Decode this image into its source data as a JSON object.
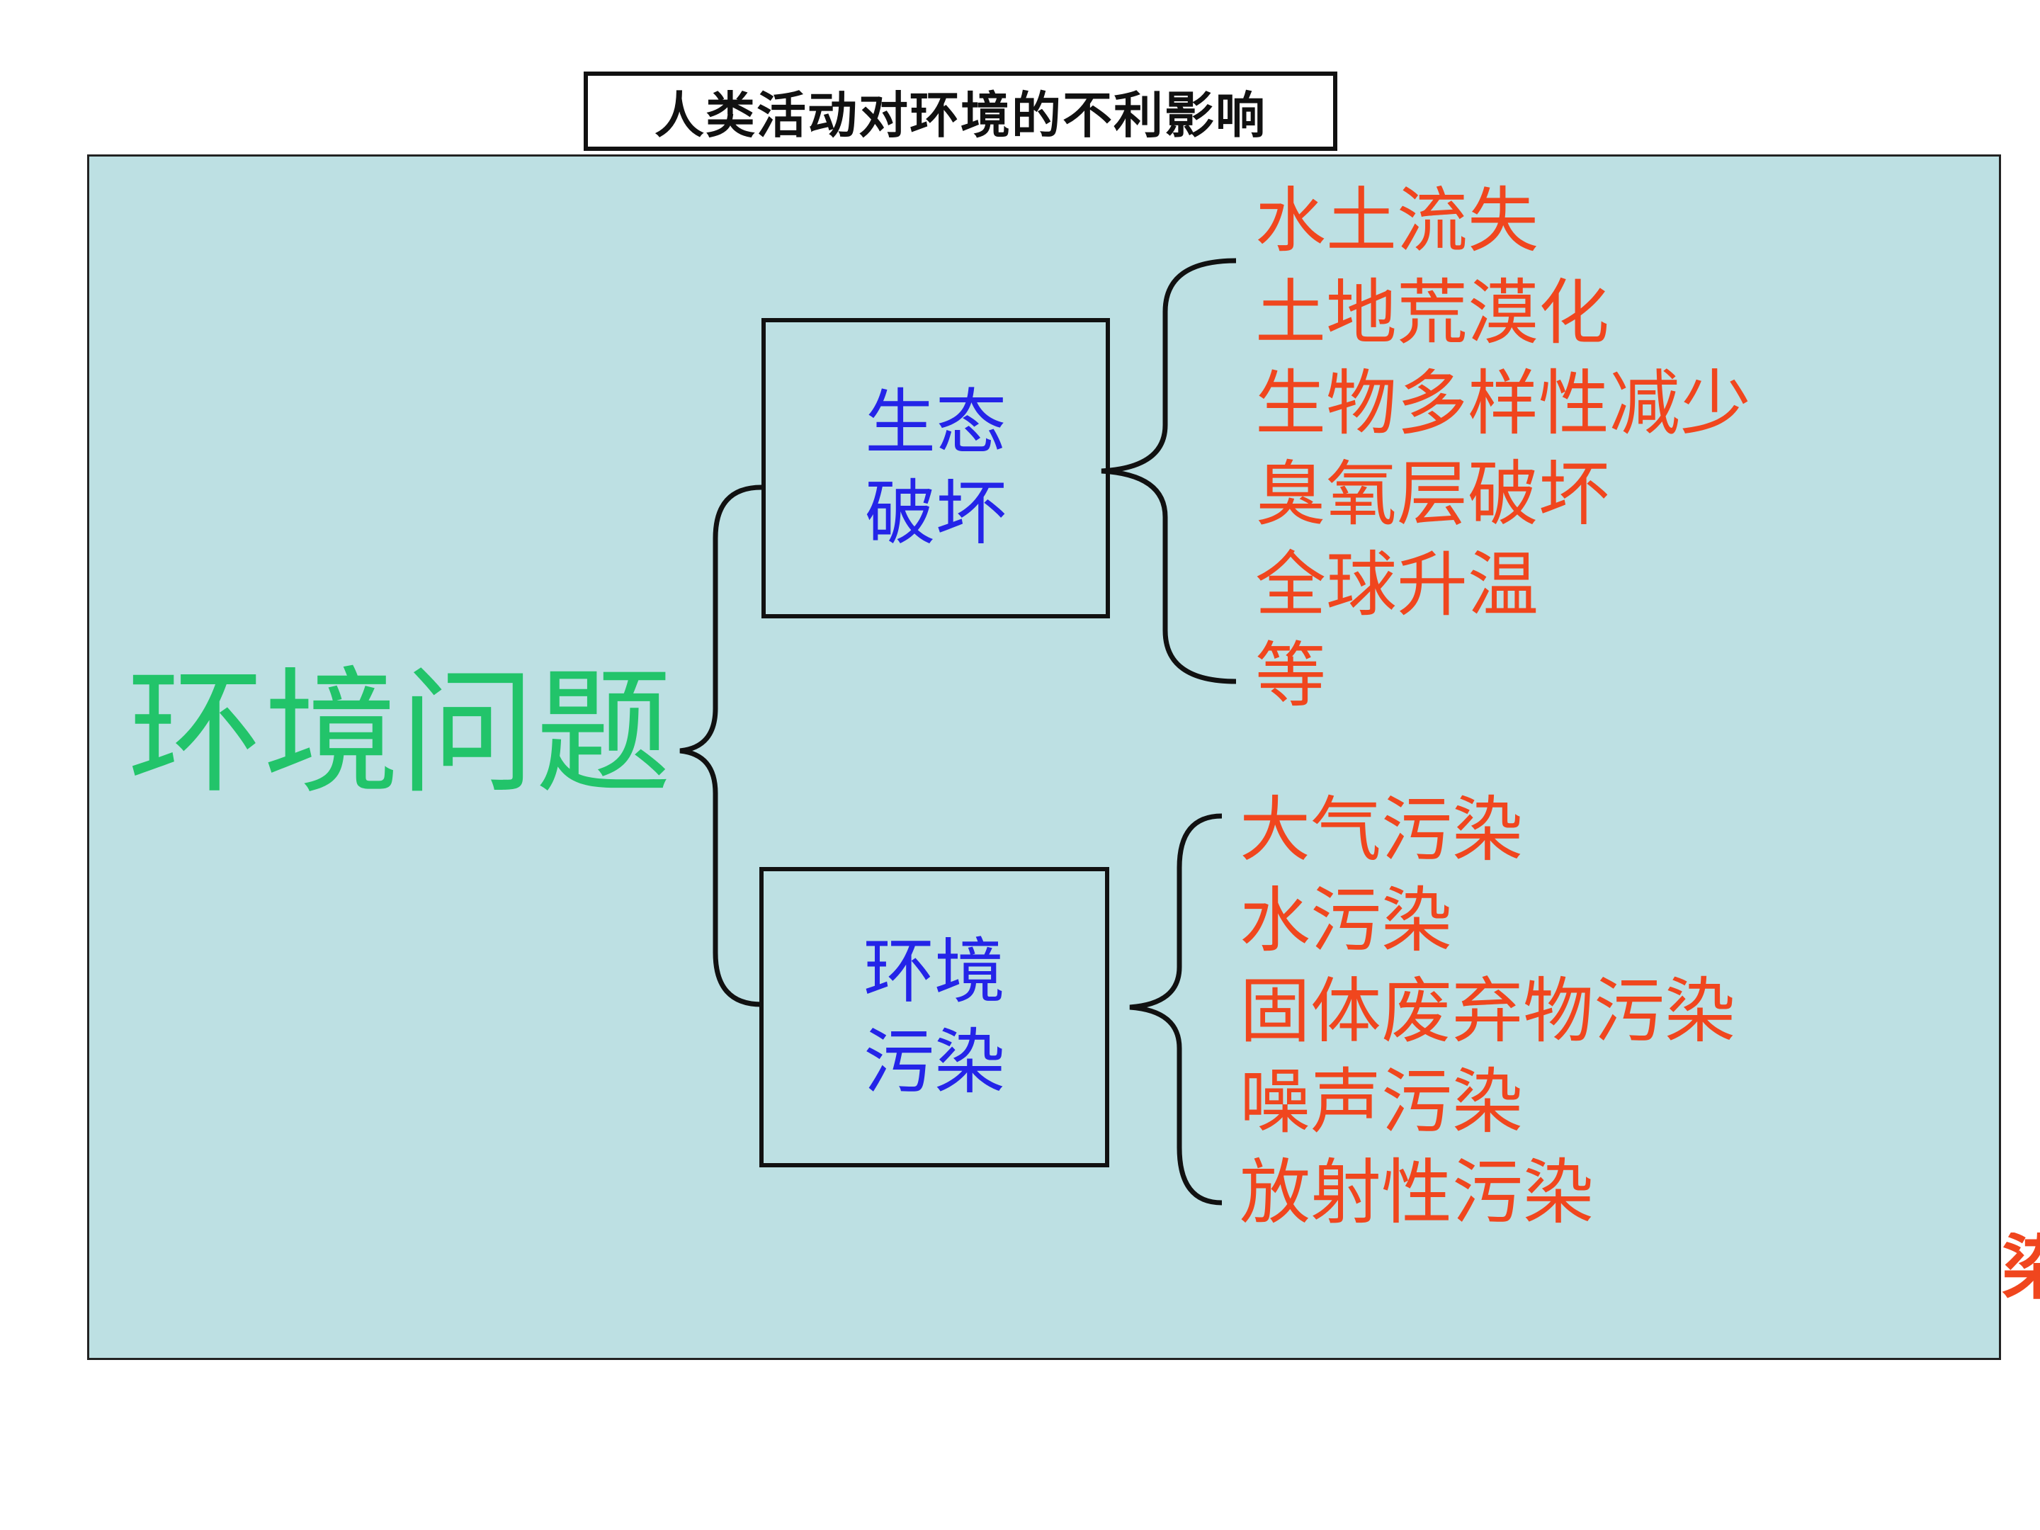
{
  "title": "人类活动对环境的不利影响",
  "root": "环境问题",
  "categories": [
    {
      "label_line1": "生态",
      "label_line2": "破坏",
      "items": [
        "水土流失",
        "土地荒漠化",
        "生物多样性减少",
        "臭氧层破坏",
        "全球升温",
        "等"
      ]
    },
    {
      "label_line1": "环境",
      "label_line2": "污染",
      "items": [
        "大气污染",
        "水污染",
        "固体废弃物污染",
        "噪声污染",
        "放射性污染"
      ]
    }
  ],
  "edge_fragment": "染",
  "colors": {
    "panel_bg": "#BDE0E3",
    "root_text": "#22C46A",
    "category_text": "#2424E8",
    "item_text": "#F0461E",
    "line": "#111111"
  }
}
